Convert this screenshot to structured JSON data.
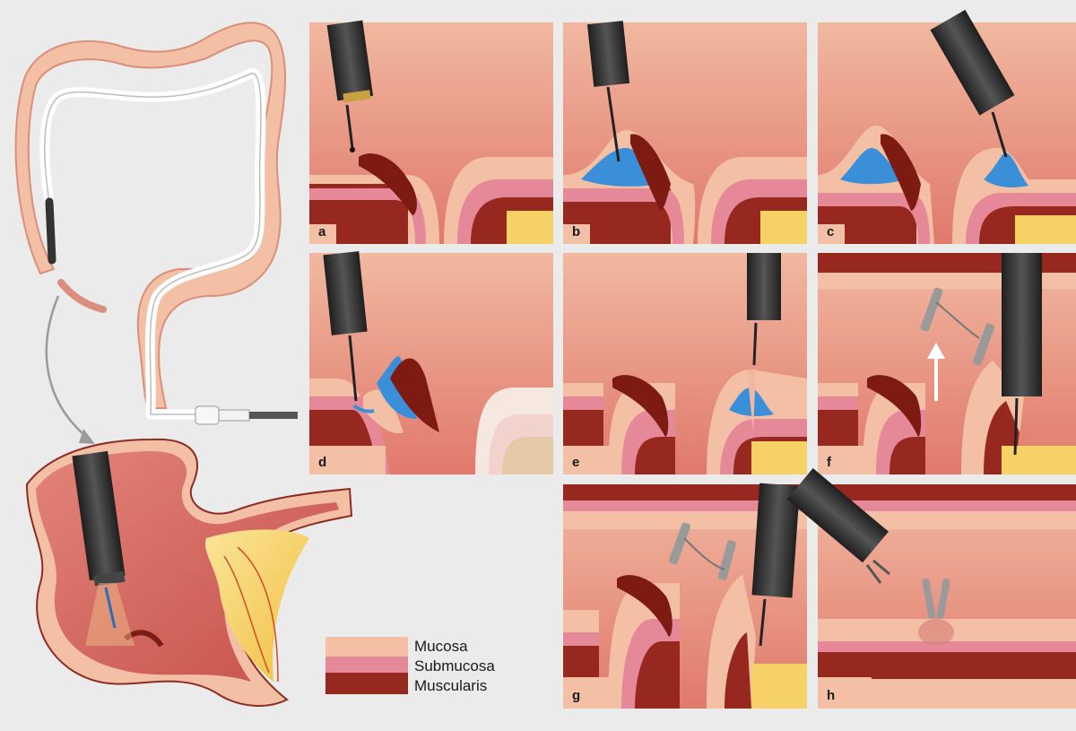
{
  "panels": [
    {
      "label": "a"
    },
    {
      "label": "b"
    },
    {
      "label": "c"
    },
    {
      "label": "d"
    },
    {
      "label": "e"
    },
    {
      "label": "f"
    },
    {
      "label": "g"
    },
    {
      "label": "h"
    }
  ],
  "legend": [
    {
      "label": "Mucosa",
      "color": "#f3c0a6"
    },
    {
      "label": "Submucosa",
      "color": "#e58897"
    },
    {
      "label": "Muscularis",
      "color": "#96281f"
    }
  ],
  "colors": {
    "mucosa": "#f3c0a6",
    "submucosa": "#e58897",
    "muscularis": "#96281f",
    "lumen_top": "#f1b8a0",
    "lumen_bottom": "#e27f72",
    "injection": "#3b8fd8",
    "scope": "#2f2f2f",
    "fat": "#f6d266",
    "background": "#ebebeb"
  }
}
